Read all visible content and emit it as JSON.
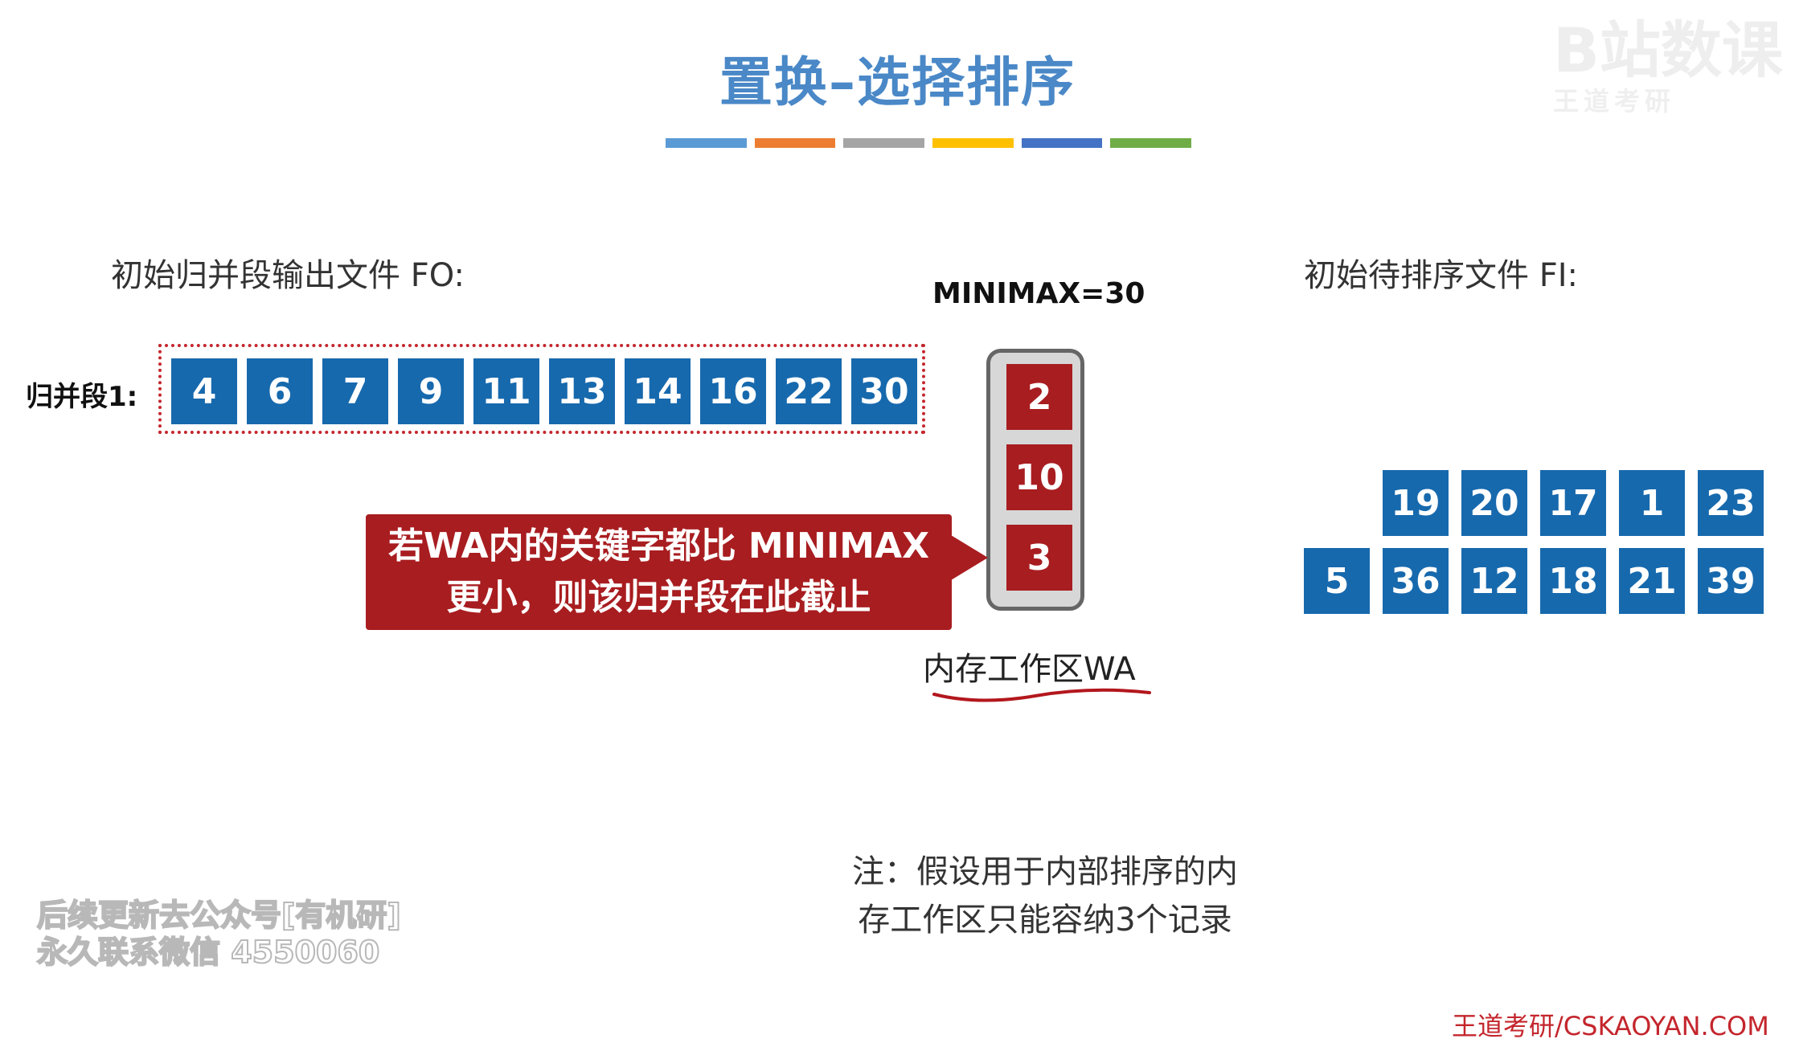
{
  "title": "置换–选择排序",
  "title_bar_colors": [
    "#5b9bd5",
    "#ed7d31",
    "#a5a5a5",
    "#ffc000",
    "#4472c4",
    "#70ad47"
  ],
  "fo_label": "初始归并段输出文件 FO:",
  "fi_label": "初始待排序文件 FI:",
  "minimax": "MINIMAX=30",
  "run1": {
    "label": "归并段1:",
    "values": [
      "4",
      "6",
      "7",
      "9",
      "11",
      "13",
      "14",
      "16",
      "22",
      "30"
    ]
  },
  "work_area": {
    "values": [
      "2",
      "10",
      "3"
    ],
    "label": "内存工作区WA"
  },
  "callout": {
    "line1": "若WA内的关键字都比 MINIMAX",
    "line2": "更小，则该归并段在此截止"
  },
  "fi_rows": {
    "top": [
      "19",
      "20",
      "17",
      "1",
      "23"
    ],
    "bottom": [
      "5",
      "36",
      "12",
      "18",
      "21",
      "39"
    ]
  },
  "note": {
    "line1": "注：假设用于内部排序的内",
    "line2": "存工作区只能容纳3个记录"
  },
  "watermark": {
    "logo_line1": "B站数课",
    "logo_line2": "王道考研",
    "bottom_line1": "后续更新去公众号[有机研]",
    "bottom_line2": "永久联系微信 4550060",
    "corner": "王道考研/CSKAOYAN.COM"
  },
  "colors": {
    "cell_blue": "#1769ad",
    "cell_red": "#a81d20",
    "title": "#4a88c7"
  }
}
